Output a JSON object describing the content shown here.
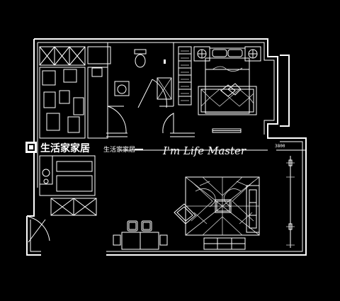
{
  "watermark": {
    "brand_cn": "生活家家居",
    "brand_cn_small": "生活家家居",
    "brand_tagline": "I'm Life Master",
    "dimension_note": "3800"
  },
  "colors": {
    "background": "#000000",
    "line": "#ffffff"
  }
}
